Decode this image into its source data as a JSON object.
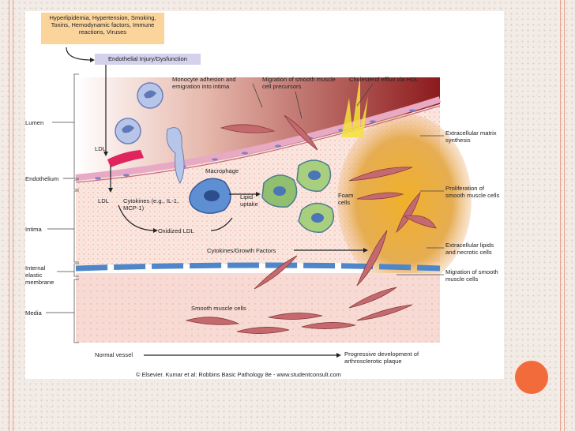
{
  "diagram": {
    "risk_factors": "Hyperlipidemia, Hypertension, Smoking, Toxins, Hemodynamic factors, Immune reactions, Viruses",
    "injury": "Endothelial Injury/Dysfunction",
    "monocyte": "Monocyte adhesion and emigration into intima",
    "migration_precursors": "Migration of smooth muscle cell precursors",
    "cholesterol_efflux": "Cholesterol efflux via HDL",
    "ldl_lumen": "LDL",
    "ldl_intima": "LDL",
    "cytokines": "Cytokines (e.g., IL-1, MCP-1)",
    "macrophage": "Macrophage",
    "lipid_uptake": "Lipid uptake",
    "foam_cells": "Foam cells",
    "oxidized_ldl": "Oxidized LDL",
    "cytokines_growth": "Cytokines/Growth Factors",
    "smooth_muscle_cells": "Smooth muscle cells",
    "layers": {
      "lumen": "Lumen",
      "endothelium": "Endothelium",
      "intima": "Intima",
      "internal_elastic": "Internal elastic membrane",
      "media": "Media"
    },
    "right": {
      "extracellular_matrix": "Extracellular matrix synthesis",
      "proliferation": "Proliferation of smooth muscle cells",
      "extracellular_lipids": "Extracellular lipids and necrotic cells",
      "migration_smc": "Migration of smooth muscle cells"
    },
    "normal_vessel": "Normal vessel",
    "progressive": "Progressive development of arthrosclerotic plaque",
    "credit": "© Elsevier. Kumar et al: Robbins Basic Pathology 8e - www.studentconsult.com"
  },
  "colors": {
    "accent_line": "#e9a38f",
    "orange_dot": "#f26b3a",
    "risk_box": "#fbd49c",
    "injury_box": "#d3d1ec"
  }
}
